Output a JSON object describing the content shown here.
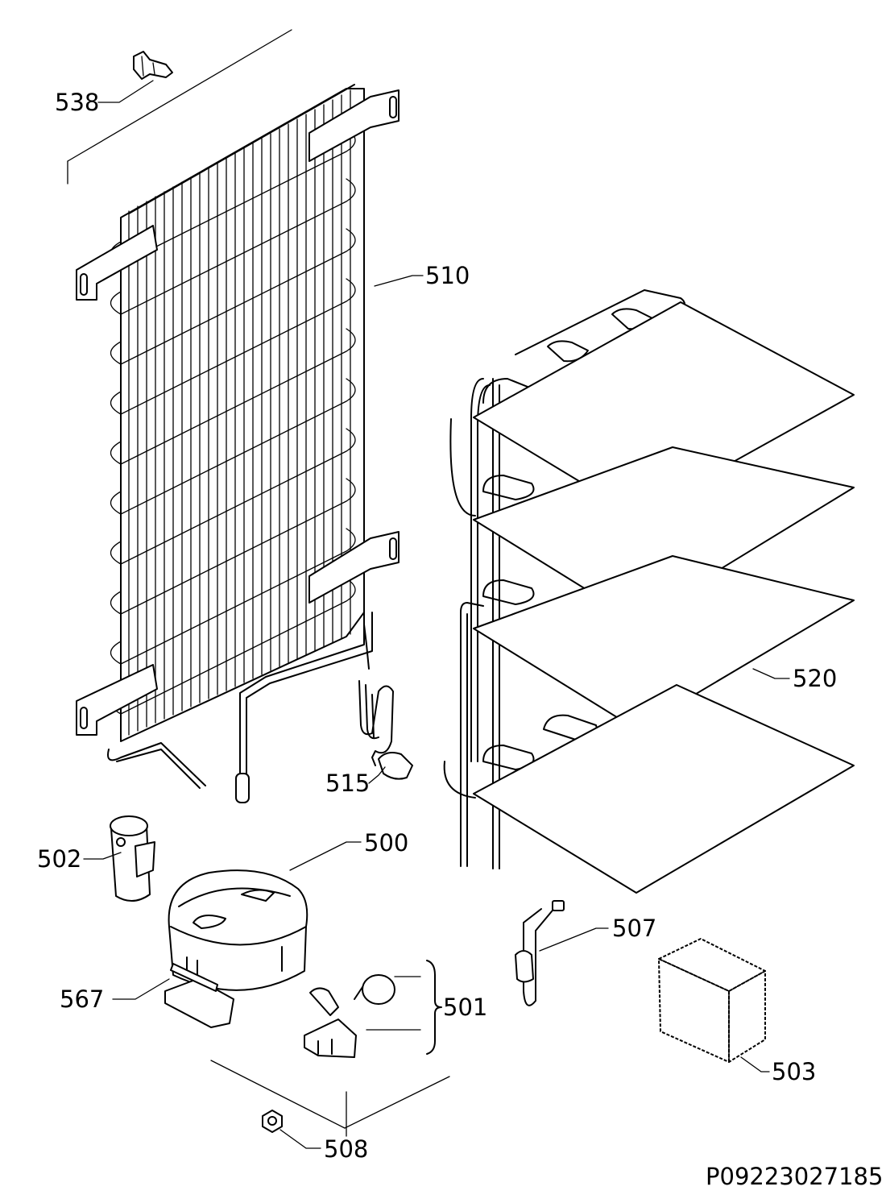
{
  "parts": [
    {
      "id": "p538",
      "number": "538"
    },
    {
      "id": "p510",
      "number": "510"
    },
    {
      "id": "p520",
      "number": "520"
    },
    {
      "id": "p515",
      "number": "515"
    },
    {
      "id": "p502",
      "number": "502"
    },
    {
      "id": "p500",
      "number": "500"
    },
    {
      "id": "p507",
      "number": "507"
    },
    {
      "id": "p567",
      "number": "567"
    },
    {
      "id": "p501",
      "number": "501"
    },
    {
      "id": "p503",
      "number": "503"
    },
    {
      "id": "p508",
      "number": "508"
    }
  ],
  "document_id": "P09223027185"
}
